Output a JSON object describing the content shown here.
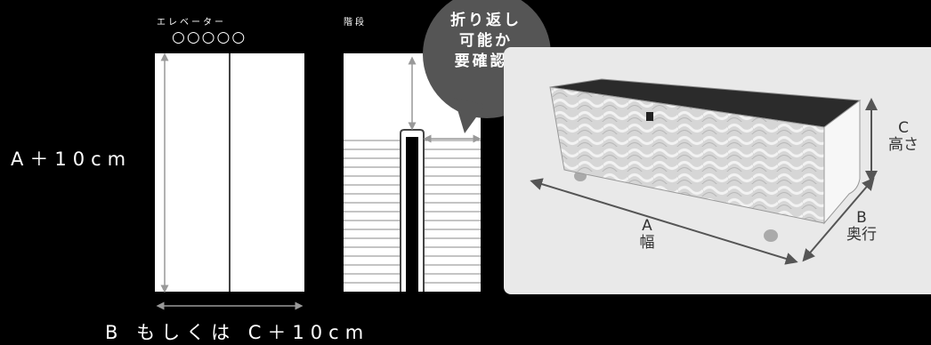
{
  "labels": {
    "elevator": "エレベーター",
    "stairs": "階段",
    "elevator_size": "○○○○○",
    "height_rule": "A＋10cm",
    "width_rule": "B もしくは C＋10cm",
    "turn_note": [
      "折り返し",
      "可能か",
      "要確認!"
    ],
    "dim_a": "A",
    "dim_a_name": "幅",
    "dim_b": "B",
    "dim_b_name": "奥行",
    "dim_c": "C",
    "dim_c_name": "高さ"
  },
  "colors": {
    "background": "#000000",
    "panel": "#e9e9e9",
    "door": "#ffffff",
    "arrow": "#999999"
  }
}
